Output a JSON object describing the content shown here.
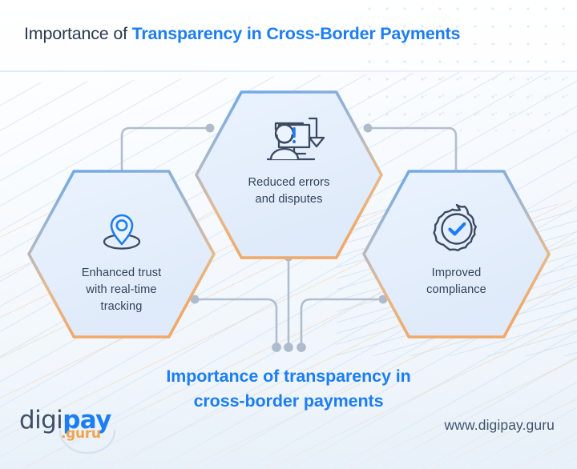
{
  "header": {
    "title_prefix": "Importance of ",
    "title_highlight": "Transparency in Cross-Border Payments"
  },
  "cards": [
    {
      "id": "enhanced-trust",
      "icon": "location-pin-icon",
      "label": "Enhanced trust\nwith real-time\ntracking"
    },
    {
      "id": "reduced-errors",
      "icon": "person-at-monitor-warning-icon",
      "label": "Reduced errors\nand disputes"
    },
    {
      "id": "improved-compliance",
      "icon": "verified-badge-check-icon",
      "label": "Improved\ncompliance"
    }
  ],
  "caption": {
    "line1": "Importance of transparency in",
    "line2": "cross-border payments"
  },
  "footer": {
    "logo_digi": "digi",
    "logo_pay": "pay",
    "logo_guru": ".guru",
    "url": "www.digipay.guru"
  },
  "colors": {
    "accent_blue": "#1c7ef2",
    "title_dark": "#2b3a4f",
    "hex_border_top": "#6aa6e8",
    "hex_border_bottom": "#f0a96a",
    "hex_fill": "#e6f0fc",
    "connector": "#aebbcd",
    "logo_orange": "#f0a44e"
  }
}
